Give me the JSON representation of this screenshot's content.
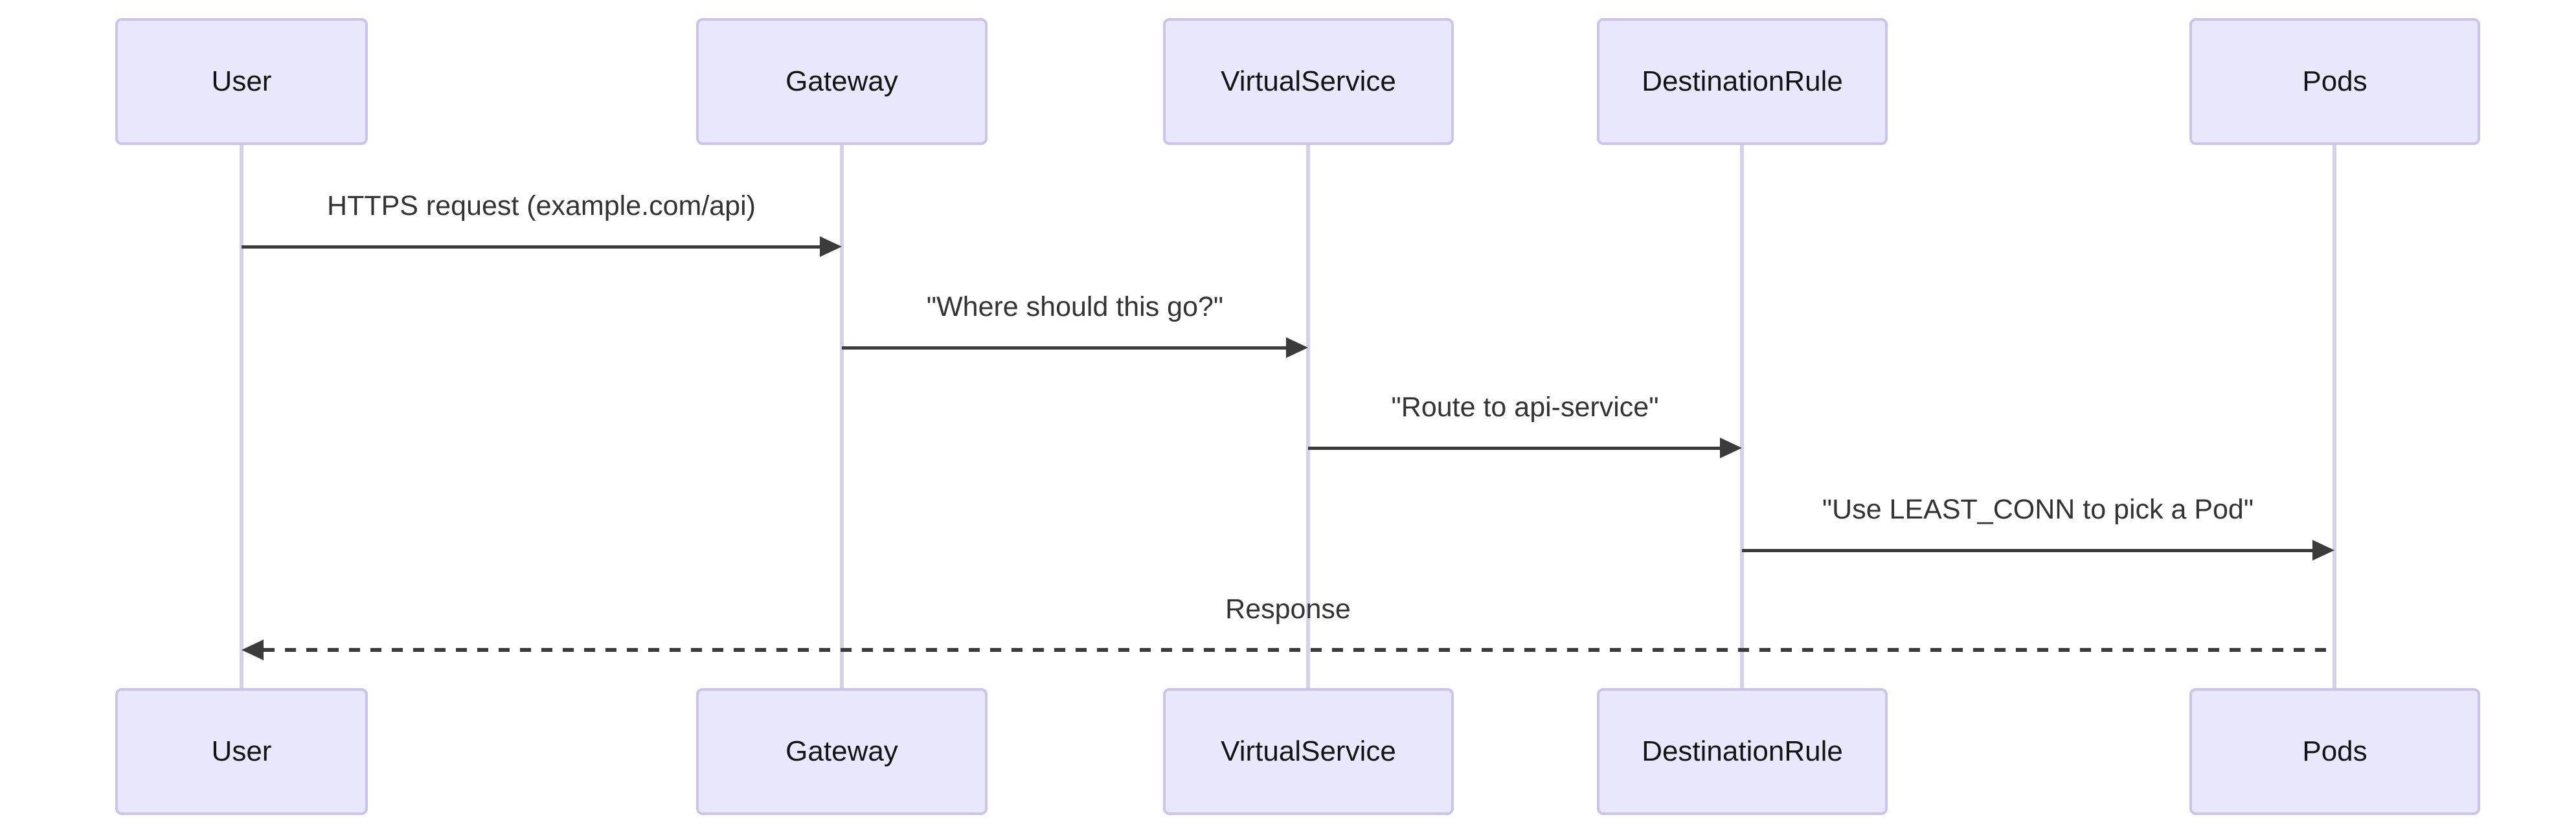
{
  "diagram": {
    "type": "sequence-diagram",
    "actors": [
      {
        "label": "User"
      },
      {
        "label": "Gateway"
      },
      {
        "label": "VirtualService"
      },
      {
        "label": "DestinationRule"
      },
      {
        "label": "Pods"
      }
    ],
    "messages": [
      {
        "from": "User",
        "to": "Gateway",
        "text": "HTTPS request (example.com/api)",
        "line": "solid",
        "direction": "right"
      },
      {
        "from": "Gateway",
        "to": "VirtualService",
        "text": "\"Where should this go?\"",
        "line": "solid",
        "direction": "right"
      },
      {
        "from": "VirtualService",
        "to": "DestinationRule",
        "text": "\"Route to api-service\"",
        "line": "solid",
        "direction": "right"
      },
      {
        "from": "DestinationRule",
        "to": "Pods",
        "text": "\"Use LEAST_CONN to pick a Pod\"",
        "line": "solid",
        "direction": "right"
      },
      {
        "from": "Pods",
        "to": "User",
        "text": "Response",
        "line": "dashed",
        "direction": "left"
      }
    ],
    "colors": {
      "background": "#ffffff",
      "actor_fill": "#e9e7fb",
      "actor_border": "#cdc2e9",
      "lifeline": "#d8cfee",
      "arrow": "#3b3b3b",
      "message_text": "#333333",
      "actor_text": "#141414"
    }
  }
}
